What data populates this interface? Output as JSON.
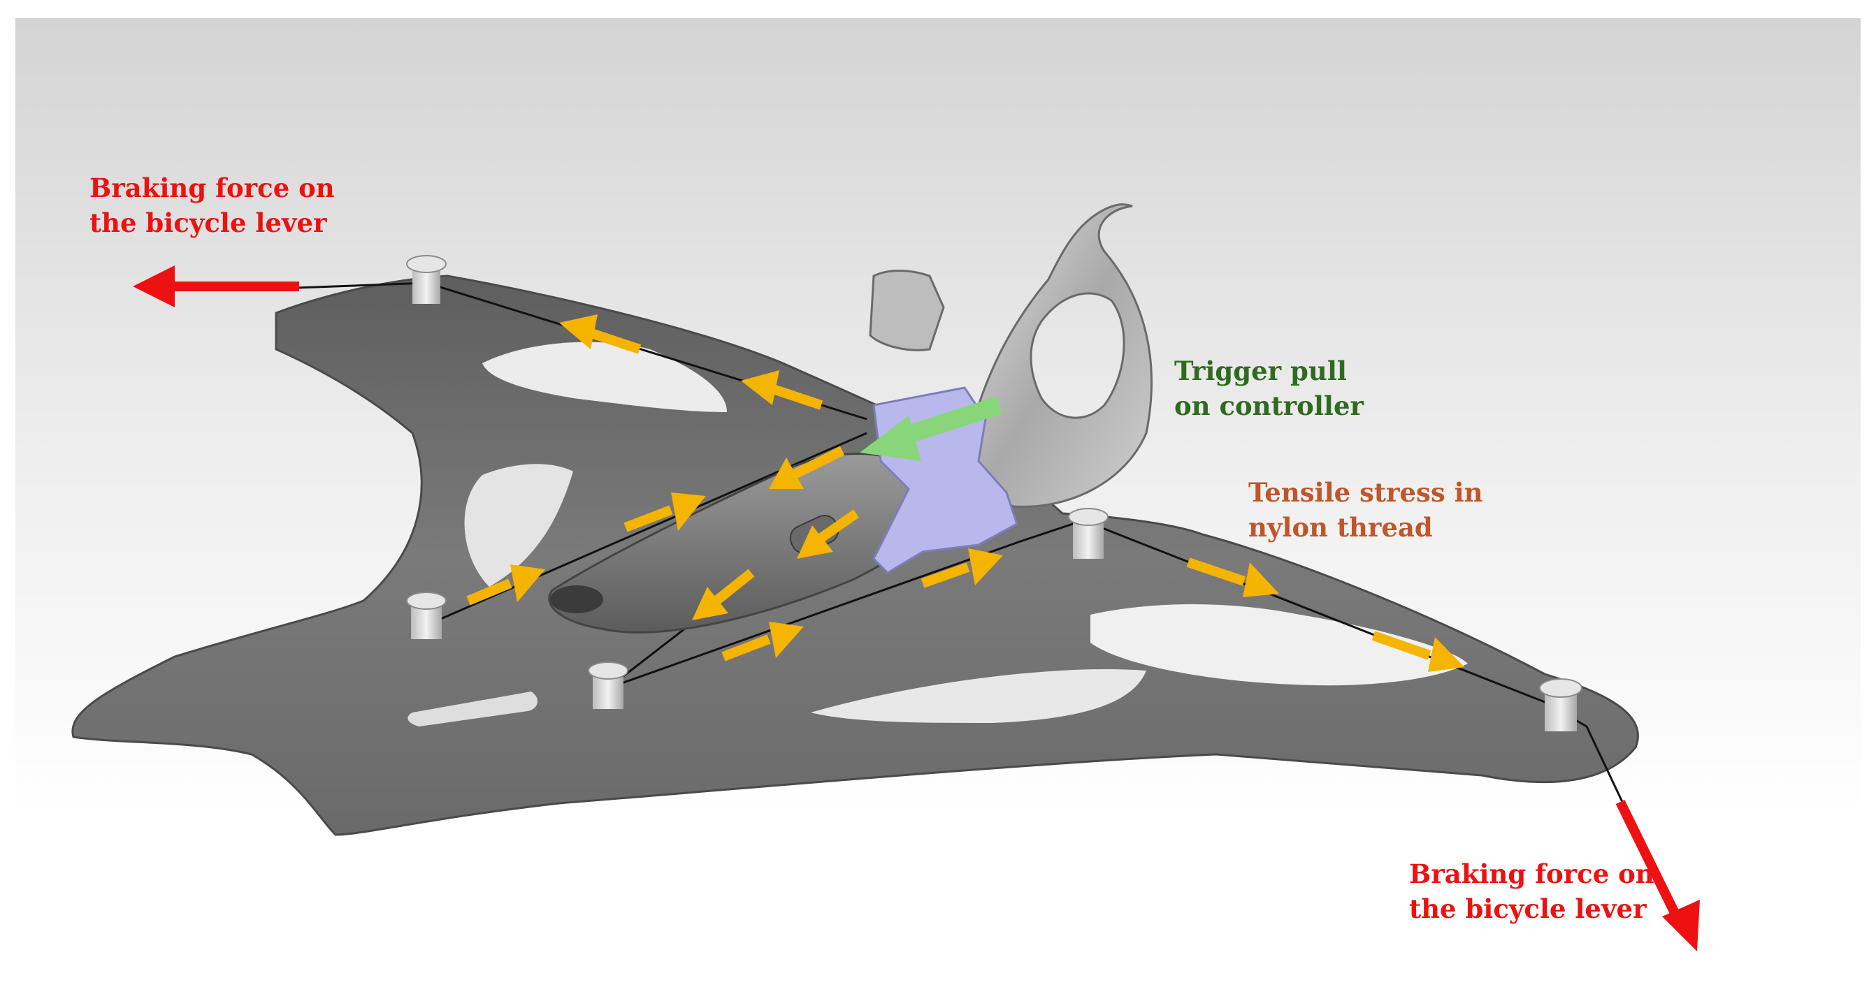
{
  "colors": {
    "braking": "#ee1111",
    "tensile": "#c0562a",
    "trigger": "#2f6b1f",
    "thread_arrow": "#f5b400",
    "trigger_arrow": "#88d67a",
    "plate": "#6f6f6f",
    "controller_ring": "#b9b9b9",
    "controller_mount": "#b8b8ec"
  },
  "labels": {
    "braking_left": {
      "line1": "Braking force on",
      "line2": "the bicycle lever"
    },
    "braking_right": {
      "line1": "Braking force on",
      "line2": "the bicycle lever"
    },
    "trigger": {
      "line1": "Trigger pull",
      "line2": "on controller"
    },
    "tensile": {
      "line1": "Tensile stress in",
      "line2": "nylon thread"
    }
  }
}
